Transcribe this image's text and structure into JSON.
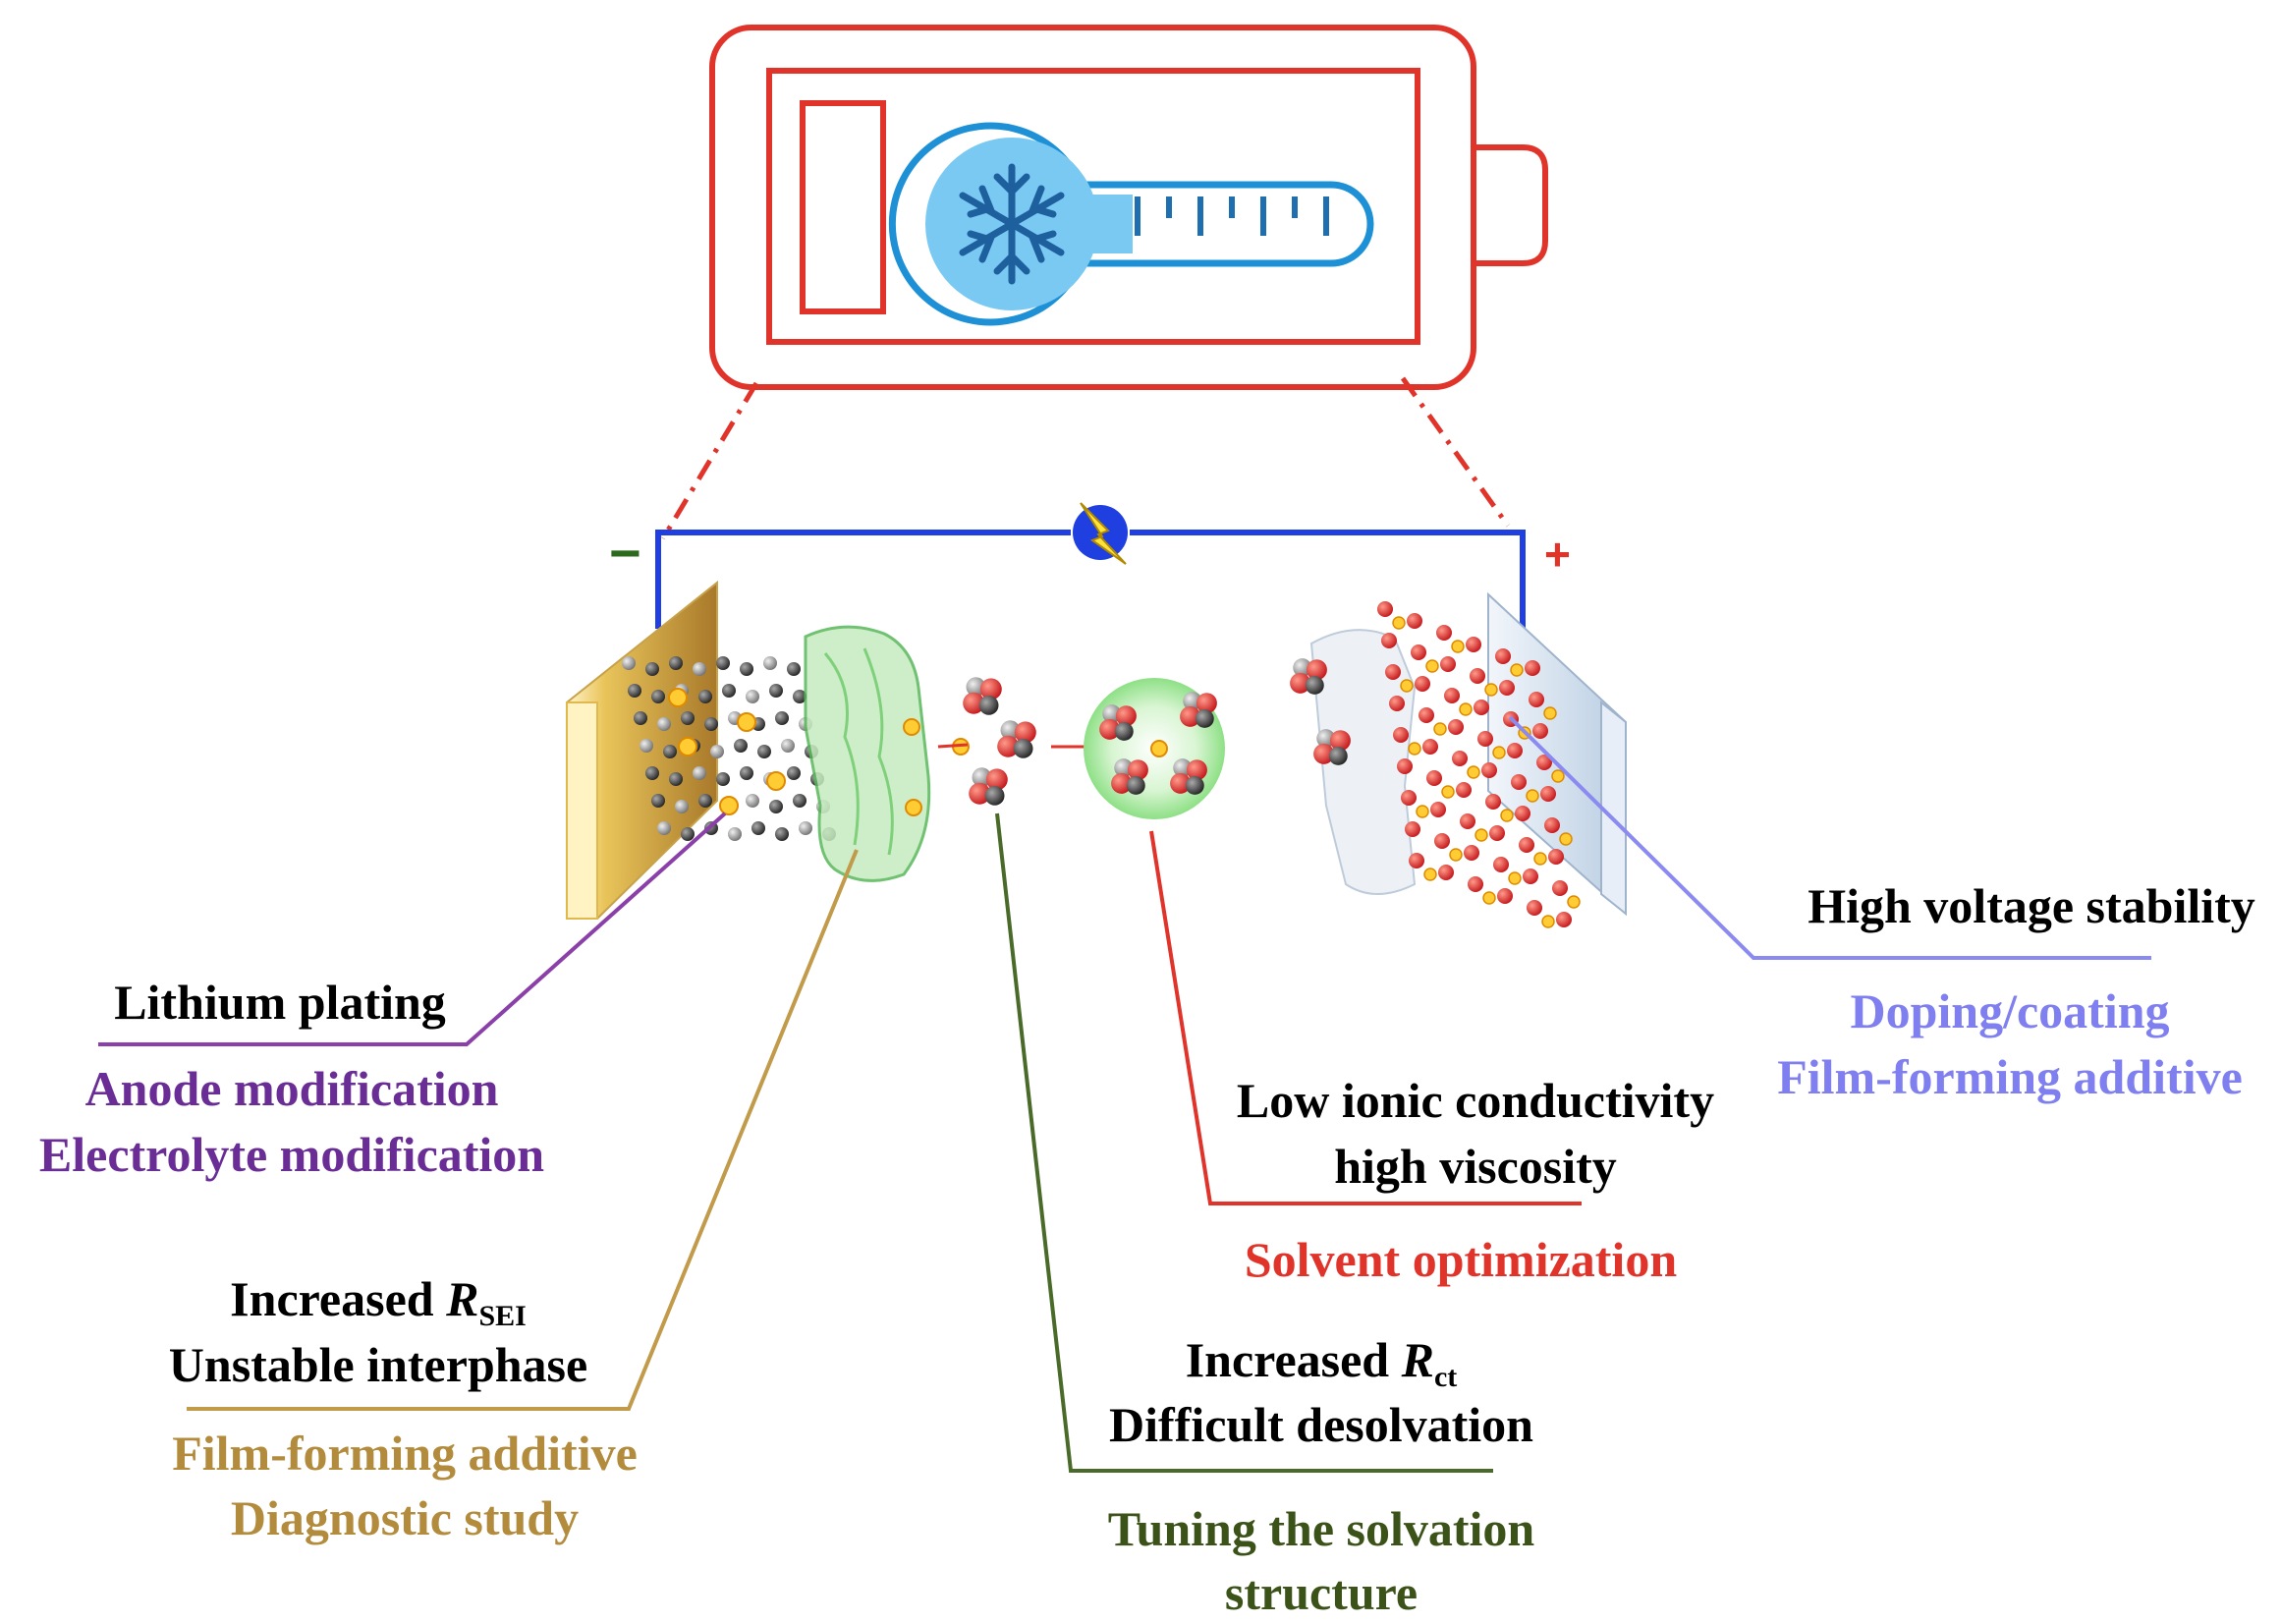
{
  "colors": {
    "battery": "#e0332a",
    "thermometer": "#1e90d6",
    "circuit": "#1f3fe0",
    "anode_line": "#8b3fa8",
    "sei_line": "#c19a4a",
    "desolvation_line": "#4a6a2a",
    "solvent_line": "#e0332a",
    "cathode_line": "#8a8af0"
  },
  "icons": [
    "battery-icon",
    "thermometer-icon",
    "snowflake-icon",
    "lightning-bolt-icon"
  ],
  "terminals": {
    "negative": "−",
    "positive": "+"
  },
  "labels": {
    "lithium_plating": "Lithium plating",
    "anode_modification": "Anode modification",
    "electrolyte_modification": "Electrolyte modification",
    "increased_r": "Increased ",
    "r_symbol": "R",
    "sei_sub": "SEI",
    "unstable_interphase": "Unstable interphase",
    "film_forming_additive_anode": "Film-forming additive",
    "diagnostic_study": "Diagnostic study",
    "ct_sub": "ct",
    "difficult_desolvation": "Difficult desolvation",
    "tuning_line1": "Tuning the solvation",
    "tuning_line2": "structure",
    "low_ionic_conductivity": "Low ionic conductivity",
    "high_viscosity": "high viscosity",
    "solvent_optimization": "Solvent optimization",
    "high_voltage_stability": "High voltage stability",
    "doping_coating": "Doping/coating",
    "film_forming_additive_cathode": "Film-forming additive"
  }
}
